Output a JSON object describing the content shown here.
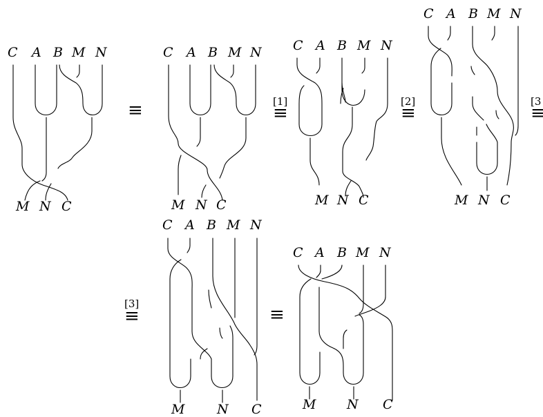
{
  "diagrams": [
    {
      "top": [
        "C",
        "A",
        "B",
        "M",
        "N"
      ],
      "bottom": [
        "M",
        "N",
        "C"
      ]
    },
    {
      "top": [
        "C",
        "A",
        "B",
        "M",
        "N"
      ],
      "bottom": [
        "M",
        "N",
        "C"
      ]
    },
    {
      "top": [
        "C",
        "A",
        "B",
        "M",
        "N"
      ],
      "bottom": [
        "M",
        "N",
        "C"
      ]
    },
    {
      "top": [
        "C",
        "A",
        "B",
        "M",
        "N"
      ],
      "bottom": [
        "M",
        "N",
        "C"
      ]
    },
    {
      "top": [
        "C",
        "A",
        "B",
        "M",
        "N"
      ],
      "bottom": [
        "M",
        "N",
        "C"
      ]
    },
    {
      "top": [
        "C",
        "A",
        "B",
        "M",
        "N"
      ],
      "bottom": [
        "M",
        "N",
        "C"
      ]
    }
  ],
  "relations": [
    {
      "symbol": "≡",
      "tag": ""
    },
    {
      "symbol": "≡",
      "tag": "[1]"
    },
    {
      "symbol": "≡",
      "tag": "[2]"
    },
    {
      "symbol": "≡",
      "tag": "[3"
    },
    {
      "symbol": "≡",
      "tag": "[3]"
    },
    {
      "symbol": "≡",
      "tag": ""
    }
  ]
}
